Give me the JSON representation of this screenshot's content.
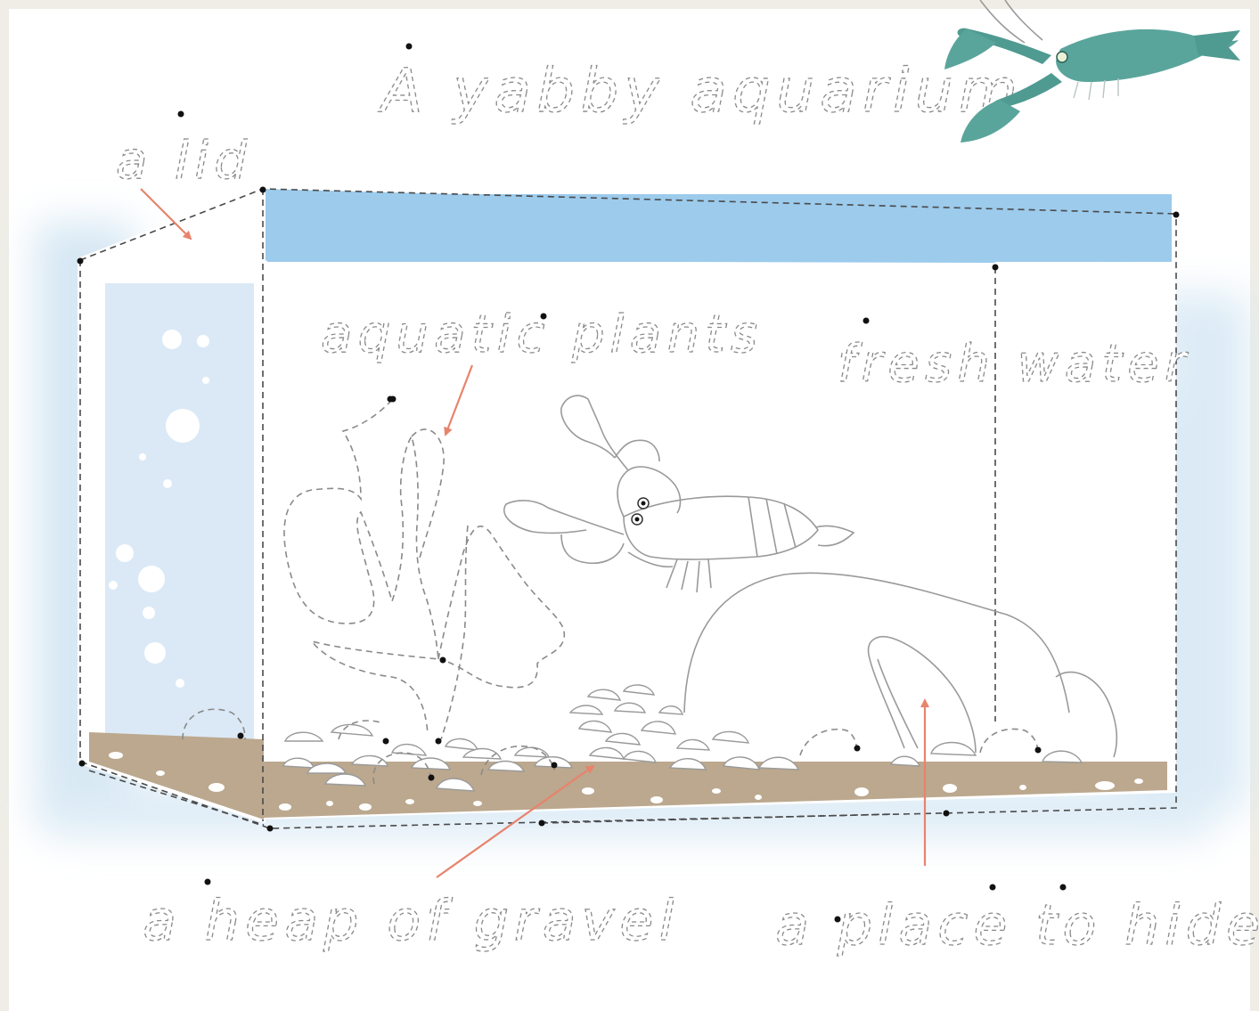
{
  "title": "A yabby aquarium",
  "labels": {
    "lid": "a lid",
    "plants": "aquatic plants",
    "water": "fresh water",
    "gravel": "a heap of gravel",
    "hide": "a place to hide"
  },
  "colors": {
    "page": "#ffffff",
    "border": "#efede6",
    "lid_blue": "#9ccbec",
    "side_glass": "#dbe9f6",
    "watercolor": "#cfe3f2",
    "sand": "#bba88e",
    "arrow": "#e8836c",
    "yabby_teal": "#4f9a91",
    "trace_gray": "#8a8a8a"
  },
  "icons": [
    "yabby-illustration",
    "yabby-outline-drawing",
    "arrow-icon"
  ]
}
